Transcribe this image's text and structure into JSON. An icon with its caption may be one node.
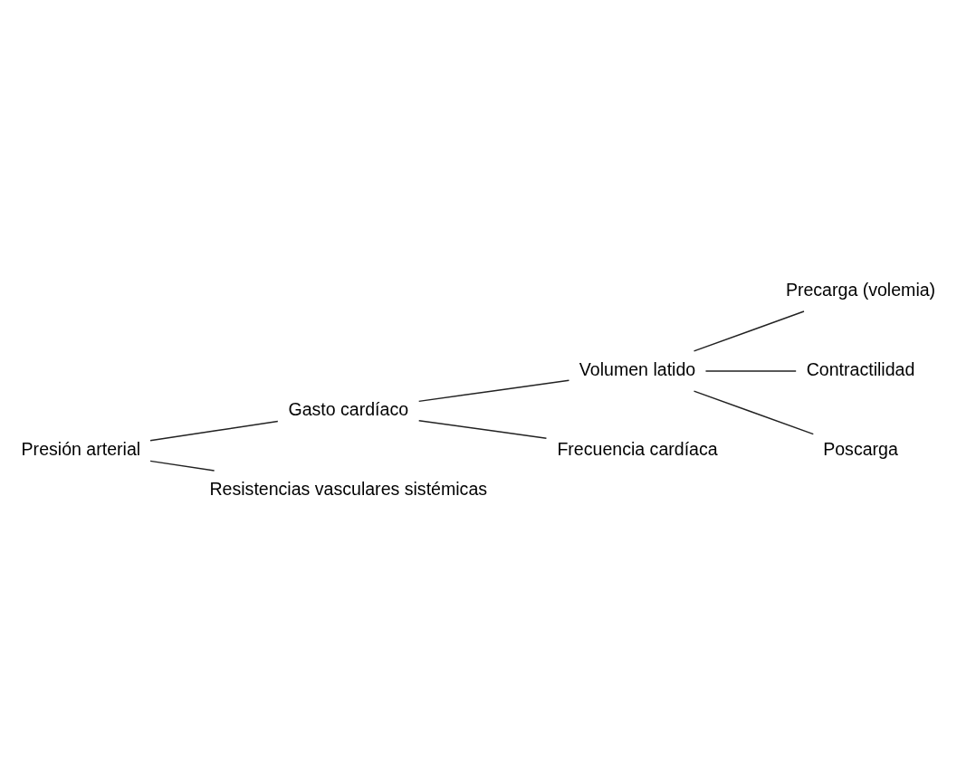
{
  "diagram": {
    "nodes": [
      {
        "text": [
          "Presión arterial"
        ]
      },
      {
        "text": [
          "Gasto cardíaco"
        ]
      },
      {
        "text": [
          "Volumen latido"
        ]
      },
      {
        "text": [
          "Precarga (volemia)"
        ]
      },
      {
        "text": [
          "Contractilidad"
        ]
      },
      {
        "text": [
          "Poscarga"
        ]
      },
      {
        "text": [
          "Frecuencia cardíaca"
        ]
      },
      {
        "text": [
          "Resistencias vasculares sistémicas"
        ]
      }
    ],
    "edges": [
      {
        "from": 0,
        "to": 1,
        "arrow": "none"
      },
      {
        "from": 0,
        "to": 7,
        "arrow": "none"
      },
      {
        "from": 1,
        "to": 2,
        "arrow": "none"
      },
      {
        "from": 1,
        "to": 6,
        "arrow": "none"
      },
      {
        "from": 2,
        "to": 3,
        "arrow": "none"
      },
      {
        "from": 2,
        "to": 4,
        "arrow": "none"
      },
      {
        "from": 2,
        "to": 5,
        "arrow": "none"
      }
    ]
  }
}
